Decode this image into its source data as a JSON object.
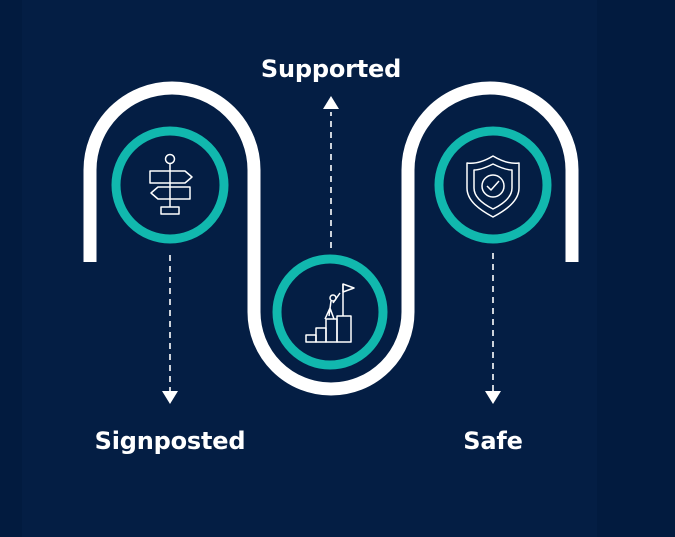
{
  "diagram": {
    "steps": [
      {
        "id": "signposted",
        "label": "Signposted",
        "icon": "signpost-icon"
      },
      {
        "id": "supported",
        "label": "Supported",
        "icon": "summit-flag-icon"
      },
      {
        "id": "safe",
        "label": "Safe",
        "icon": "shield-check-icon"
      }
    ]
  },
  "colors": {
    "background": "#021b3f",
    "path": "#ffffff",
    "accent": "#11b8ae",
    "icon_stroke": "#ffffff"
  }
}
